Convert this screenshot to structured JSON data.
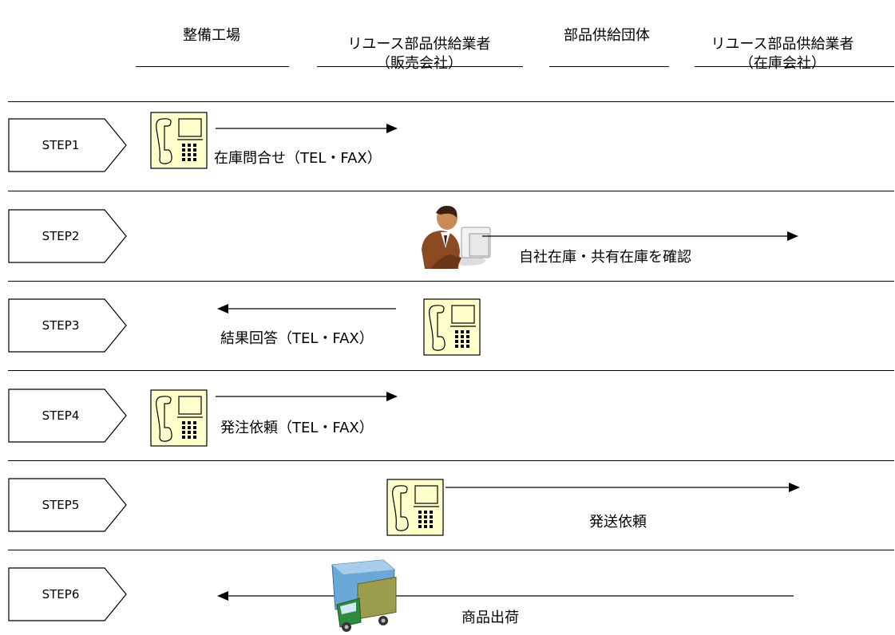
{
  "columns": [
    {
      "label": "整備工場"
    },
    {
      "label": "リユース部品供給業者\n（販売会社）"
    },
    {
      "label": "部品供給団体"
    },
    {
      "label": "リユース部品供給業者\n（在庫会社）"
    }
  ],
  "steps": [
    {
      "label": "STEP1",
      "caption": "在庫問合せ（TEL・FAX）",
      "icon": "telephone-icon",
      "direction": "right"
    },
    {
      "label": "STEP2",
      "caption": "自社在庫・共有在庫を確認",
      "icon": "office-worker-icon",
      "direction": "right"
    },
    {
      "label": "STEP3",
      "caption": "結果回答（TEL・FAX）",
      "icon": "telephone-icon",
      "direction": "left"
    },
    {
      "label": "STEP4",
      "caption": "発注依頼（TEL・FAX）",
      "icon": "telephone-icon",
      "direction": "right"
    },
    {
      "label": "STEP5",
      "caption": "発送依頼",
      "icon": "telephone-icon",
      "direction": "right"
    },
    {
      "label": "STEP6",
      "caption": "商品出荷",
      "icon": "delivery-truck-icon",
      "direction": "left"
    }
  ],
  "colors": {
    "phone_fill": "#ffffcc",
    "truck_cab": "#2e8b3e",
    "truck_box": "#9c9c4e",
    "building": "#6aa8d8"
  }
}
